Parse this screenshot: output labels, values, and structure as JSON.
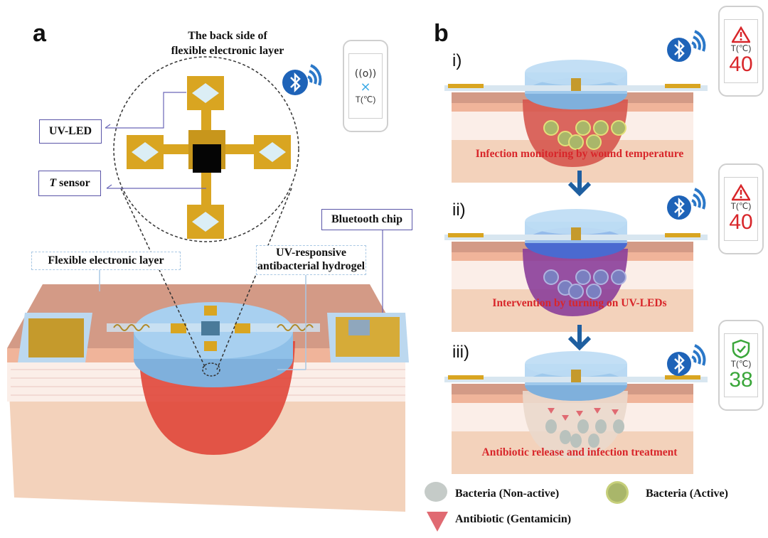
{
  "panel_a": {
    "letter": "a",
    "title_line1": "The back side of",
    "title_line2": "flexible electronic layer",
    "labels": {
      "uv_led": "UV-LED",
      "t_sensor_italic": "T",
      "t_sensor_rest": " sensor",
      "bluetooth_chip": "Bluetooth chip",
      "flexible_layer": "Flexible electronic layer",
      "hydrogel_line1": "UV-responsive",
      "hydrogel_line2": "antibacterial hydrogel"
    },
    "phone": {
      "temp_label": "T(℃)"
    }
  },
  "panel_b": {
    "letter": "b",
    "steps": [
      {
        "roman": "i)",
        "caption": "Infection monitoring by wound temperature",
        "temp_label": "T(℃)",
        "temp_value": "40",
        "status_icon": "warning-icon",
        "status_color": "#d8262a"
      },
      {
        "roman": "ii)",
        "caption": "Intervention by turning on  UV-LEDs",
        "temp_label": "T(℃)",
        "temp_value": "40",
        "status_icon": "warning-icon",
        "status_color": "#d8262a"
      },
      {
        "roman": "iii)",
        "caption": "Antibiotic release and infection treatment",
        "temp_label": "T(℃)",
        "temp_value": "38",
        "status_icon": "shield-check-icon",
        "status_color": "#3aa63a"
      }
    ],
    "legend": {
      "bacteria_nonactive": "Bacteria (Non-active)",
      "bacteria_active": "Bacteria (Active)",
      "antibiotic": "Antibiotic (Gentamicin)"
    }
  },
  "colors": {
    "gold": "#d9a521",
    "hydrogel_blue": "#8fc0e8",
    "wound_red": "#e0463a",
    "skin": "#f3d2bb",
    "arrow_blue": "#1f5fa0",
    "bluetooth_blue": "#1e63b8",
    "label_border": "#5a55a8"
  }
}
